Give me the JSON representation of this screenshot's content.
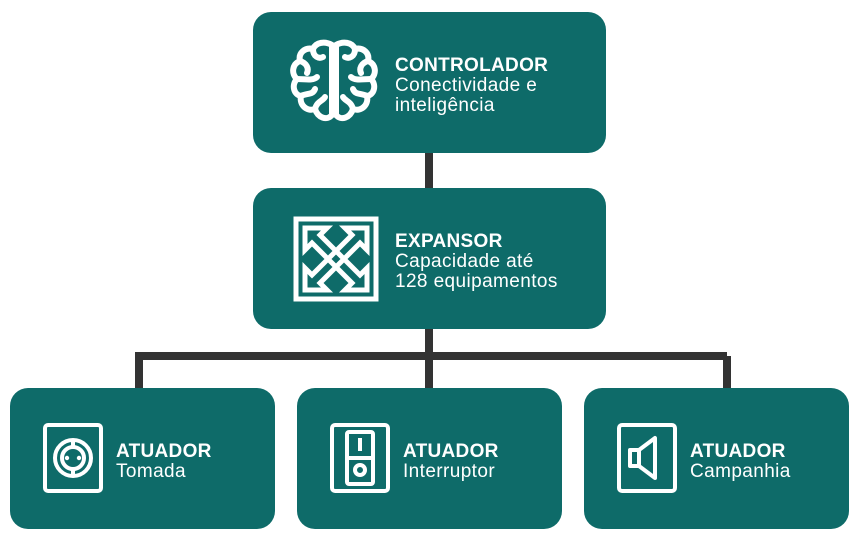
{
  "diagram": {
    "colors": {
      "box": "#0e6b69",
      "connector": "#333333",
      "text": "#ffffff"
    },
    "controller": {
      "icon": "brain-icon",
      "title": "CONTROLADOR",
      "line1": "Conectividade e",
      "line2": "inteligência"
    },
    "expander": {
      "icon": "expand-arrows-icon",
      "title": "EXPANSOR",
      "line1": "Capacidade até",
      "line2": "128 equipamentos"
    },
    "actuators": [
      {
        "icon": "power-outlet-icon",
        "title": "ATUADOR",
        "subtitle": "Tomada"
      },
      {
        "icon": "light-switch-icon",
        "title": "ATUADOR",
        "subtitle": "Interruptor"
      },
      {
        "icon": "speaker-icon",
        "title": "ATUADOR",
        "subtitle": "Campanhia"
      }
    ]
  }
}
